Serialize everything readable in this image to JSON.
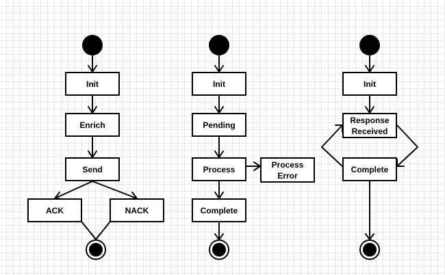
{
  "diagrams": [
    {
      "nodes": {
        "init": "Init",
        "enrich": "Enrich",
        "send": "Send",
        "ack": "ACK",
        "nack": "NACK"
      }
    },
    {
      "nodes": {
        "init": "Init",
        "pending": "Pending",
        "process": "Process",
        "process_error": "Process\nError",
        "complete": "Complete"
      }
    },
    {
      "nodes": {
        "init": "Init",
        "response_received": "Response\nReceived",
        "complete": "Complete"
      }
    }
  ],
  "colors": {
    "stroke": "#000000",
    "fill": "#ffffff",
    "grid": "#e6e6e6"
  }
}
